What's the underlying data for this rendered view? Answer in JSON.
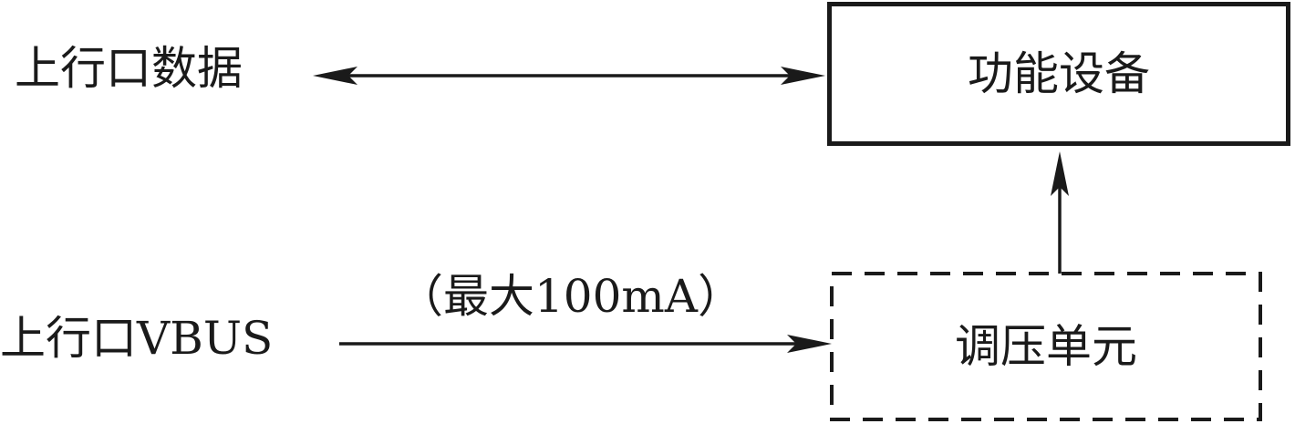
{
  "diagram": {
    "upstream_data_label": "上行口数据",
    "upstream_vbus_label": "上行口VBUS",
    "current_limit_label": "（最大100mA）",
    "function_device_label": "功能设备",
    "regulator_unit_label": "调压单元"
  },
  "colors": {
    "line": "#1a1a1a",
    "background": "#ffffff"
  }
}
